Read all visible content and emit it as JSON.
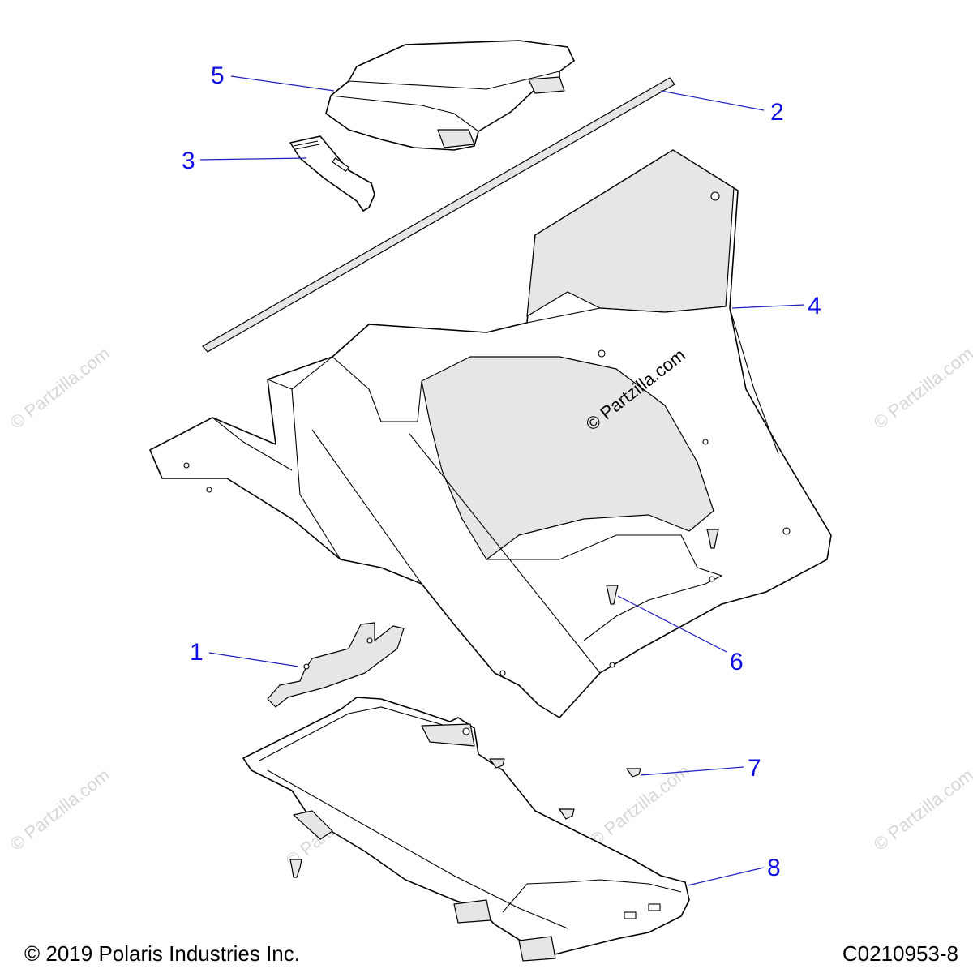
{
  "callouts": [
    {
      "id": "1"
    },
    {
      "id": "2"
    },
    {
      "id": "3"
    },
    {
      "id": "4"
    },
    {
      "id": "5"
    },
    {
      "id": "6"
    },
    {
      "id": "7"
    },
    {
      "id": "8"
    }
  ],
  "watermark": {
    "text": "© Partzilla.com"
  },
  "footer": {
    "copyright": "© 2019 Polaris Industries Inc.",
    "drawing_code": "C0210953-8"
  },
  "colors": {
    "callout": "#1010e0",
    "leader": "#1f1fbf",
    "line": "#000000",
    "watermark": "#d6d6d6"
  }
}
